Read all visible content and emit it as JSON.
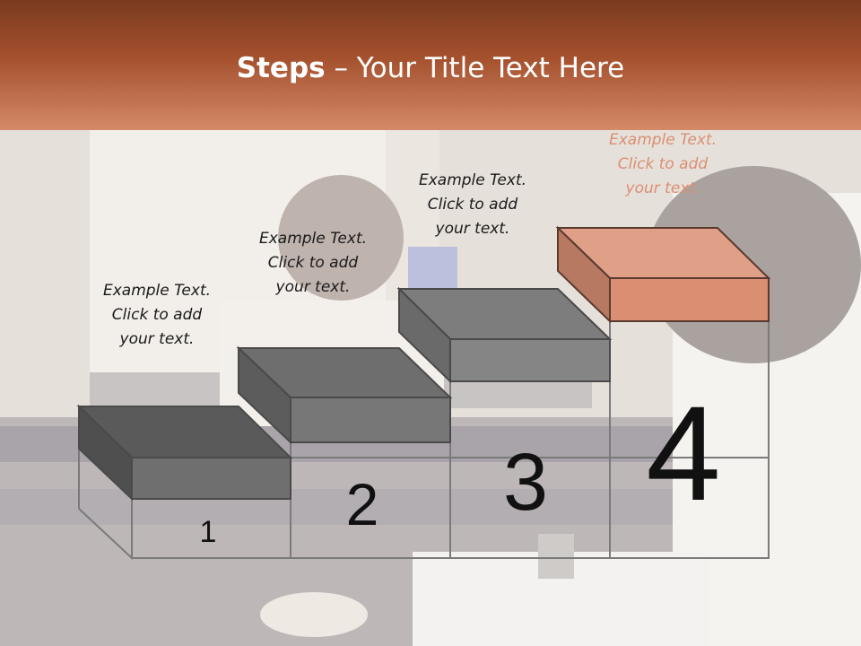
{
  "header": {
    "title_bold": "Steps",
    "title_rest": " – Your Title Text Here"
  },
  "steps": [
    {
      "number": "1",
      "caption": [
        "Example Text.",
        "Click  to add",
        "your text."
      ]
    },
    {
      "number": "2",
      "caption": [
        "Example Text.",
        "Click  to add",
        "your text."
      ]
    },
    {
      "number": "3",
      "caption": [
        "Example Text.",
        "Click  to add",
        "your text."
      ]
    },
    {
      "number": "4",
      "caption": [
        "Example Text.",
        "Click  to add",
        "your text."
      ]
    }
  ],
  "colors": {
    "header_dark": "#7a3a1f",
    "header_light": "#d48a68",
    "block_gray": "#6f6f6f",
    "block_highlight": "#e0a088"
  }
}
